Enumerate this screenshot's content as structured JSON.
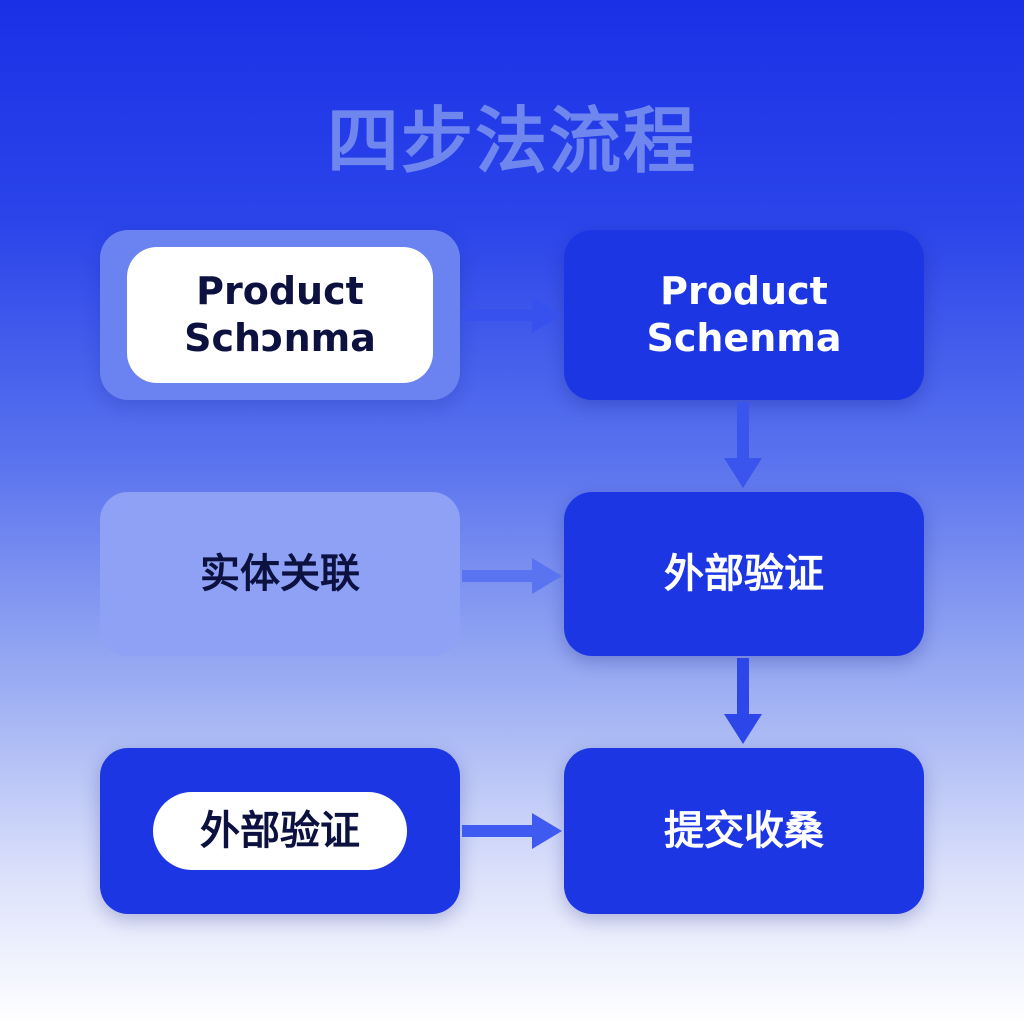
{
  "title": "四步法流程",
  "nodes": {
    "top_left": "Product\nSchɔnma",
    "top_right": "Product\nSchenma",
    "middle_left": "实体关联",
    "middle_right": "外部验证",
    "bottom_left": "外部验证",
    "bottom_right": "提交收桑"
  },
  "colors": {
    "accent": "#1c36e4",
    "title": "#6f86ef",
    "text_dark": "#0c1140",
    "arrow": "#3651ee"
  }
}
